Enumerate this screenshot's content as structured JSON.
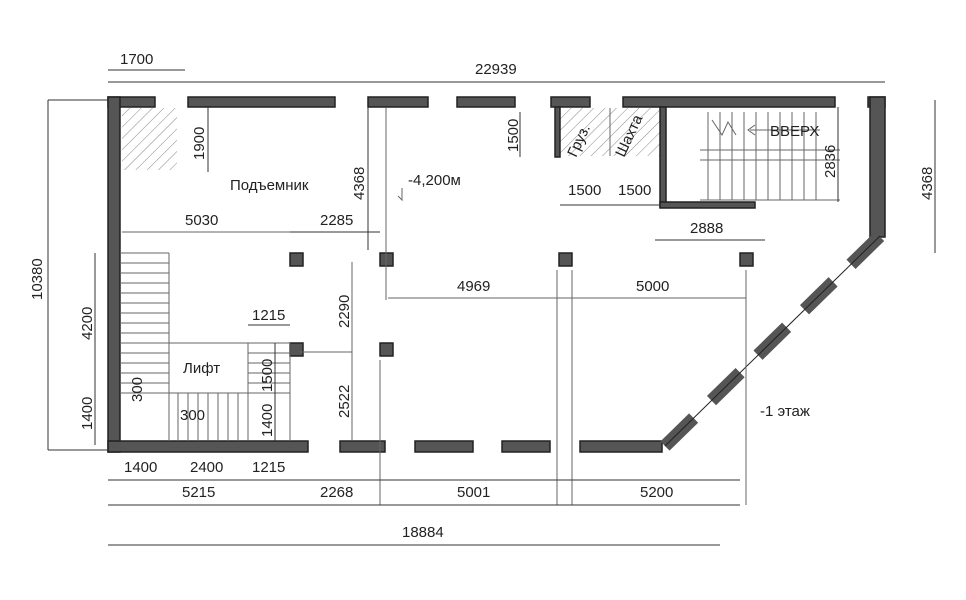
{
  "plan": {
    "floor_label": "-1 этаж",
    "level_mark": "-4,200м",
    "rooms": {
      "lift_platform": "Подъемник",
      "elevator": "Лифт",
      "cargo": "Груз.",
      "shaft": "Шахта",
      "stairs_up": "ВВЕРХ"
    },
    "dimensions": {
      "top_total": "22939",
      "top_left": "1700",
      "left_total": "10380",
      "left_4200": "4200",
      "left_1400": "1400",
      "right_4368": "4368",
      "inner_4368": "4368",
      "lift_1900": "1900",
      "shaft_1500_v": "1500",
      "shaft_1500_a": "1500",
      "shaft_1500_b": "1500",
      "stair_2836": "2836",
      "stair_2888": "2888",
      "d5030": "5030",
      "d2285": "2285",
      "d4969": "4969",
      "d5000": "5000",
      "d2290": "2290",
      "d2522": "2522",
      "d1215_top": "1215",
      "d1500_lift": "1500",
      "d1400_lift": "1400",
      "d300_v": "300",
      "d300_h": "300",
      "bot_1400": "1400",
      "bot_2400": "2400",
      "bot_1215": "1215",
      "bot_5215": "5215",
      "bot_2268": "2268",
      "bot_5001": "5001",
      "bot_5200": "5200",
      "bot_total": "18884"
    }
  }
}
